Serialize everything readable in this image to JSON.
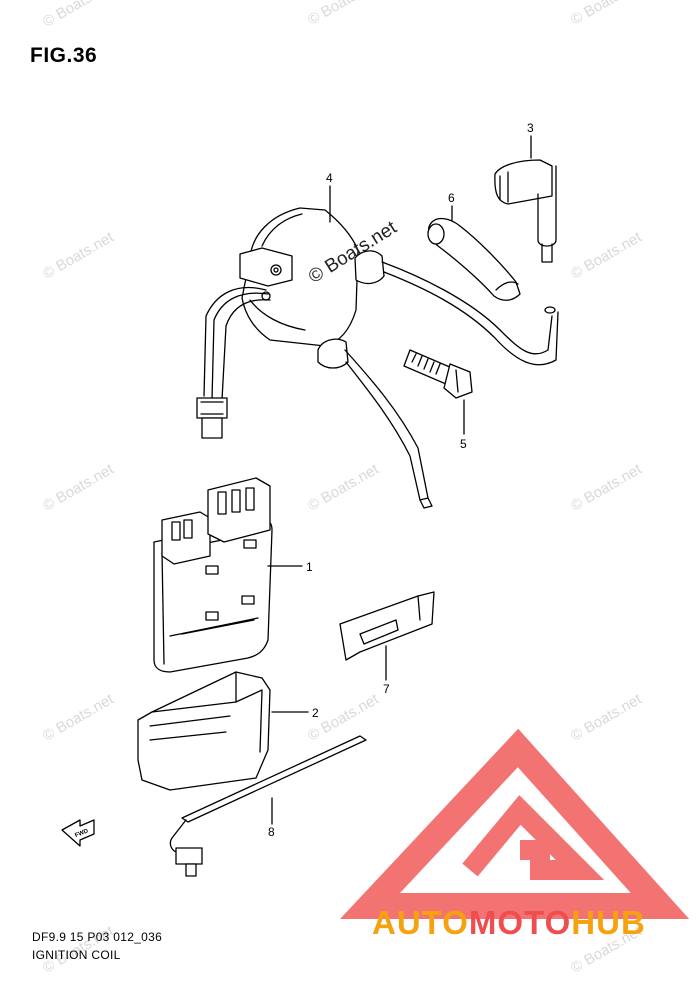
{
  "figure": {
    "title": "FIG.36",
    "model_code": "DF9.9 15 P03 012_036",
    "group_name": "IGNITION COIL"
  },
  "callouts": [
    {
      "number": "1"
    },
    {
      "number": "2"
    },
    {
      "number": "3"
    },
    {
      "number": "4"
    },
    {
      "number": "5"
    },
    {
      "number": "6"
    },
    {
      "number": "7"
    },
    {
      "number": "8"
    }
  ],
  "direction_arrow": {
    "label": "FWD"
  },
  "watermark": {
    "text": "© Boats.net"
  },
  "brand": {
    "part1": "AUTO",
    "part2": "MOTO",
    "part3": "HUB"
  },
  "colors": {
    "logo_red": "#f15a5a",
    "logo_orange": "#f6a20e",
    "watermark": "#d9d9d9"
  }
}
